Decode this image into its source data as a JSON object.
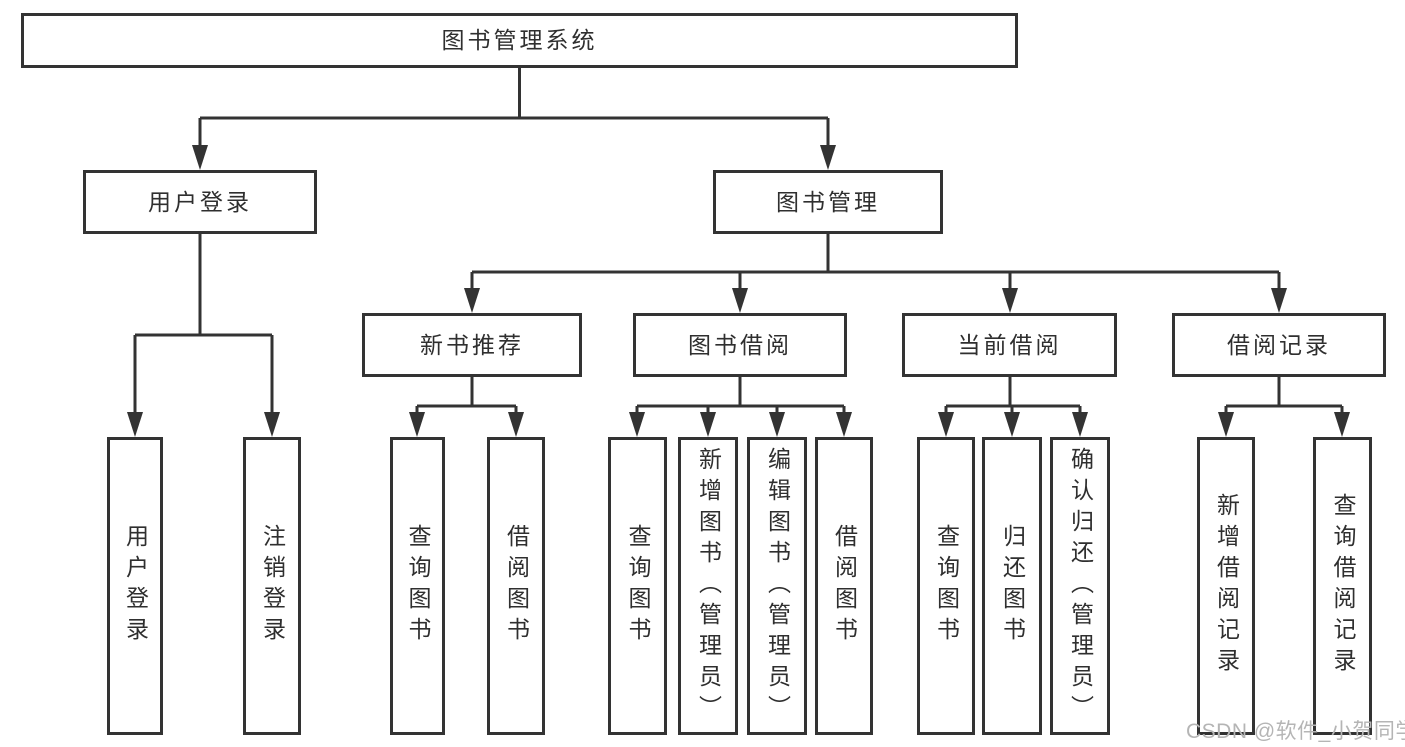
{
  "tree": {
    "root": "图书管理系统",
    "children": [
      {
        "label": "用户登录",
        "children": [
          "用户登录",
          "注销登录"
        ]
      },
      {
        "label": "图书管理",
        "children": [
          {
            "label": "新书推荐",
            "children": [
              "查询图书",
              "借阅图书"
            ]
          },
          {
            "label": "图书借阅",
            "children": [
              "查询图书",
              "新增图书（管理员）",
              "编辑图书（管理员）",
              "借阅图书"
            ]
          },
          {
            "label": "当前借阅",
            "children": [
              "查询图书",
              "归还图书",
              "确认归还（管理员）"
            ]
          },
          {
            "label": "借阅记录",
            "children": [
              "新增借阅记录",
              "查询借阅记录"
            ]
          }
        ]
      }
    ]
  },
  "watermark": "CSDN @软件_小贺同学",
  "colors": {
    "line": "#333333",
    "text": "#2f2f2f",
    "watermark": "#b5b5b5",
    "background": "#ffffff"
  }
}
